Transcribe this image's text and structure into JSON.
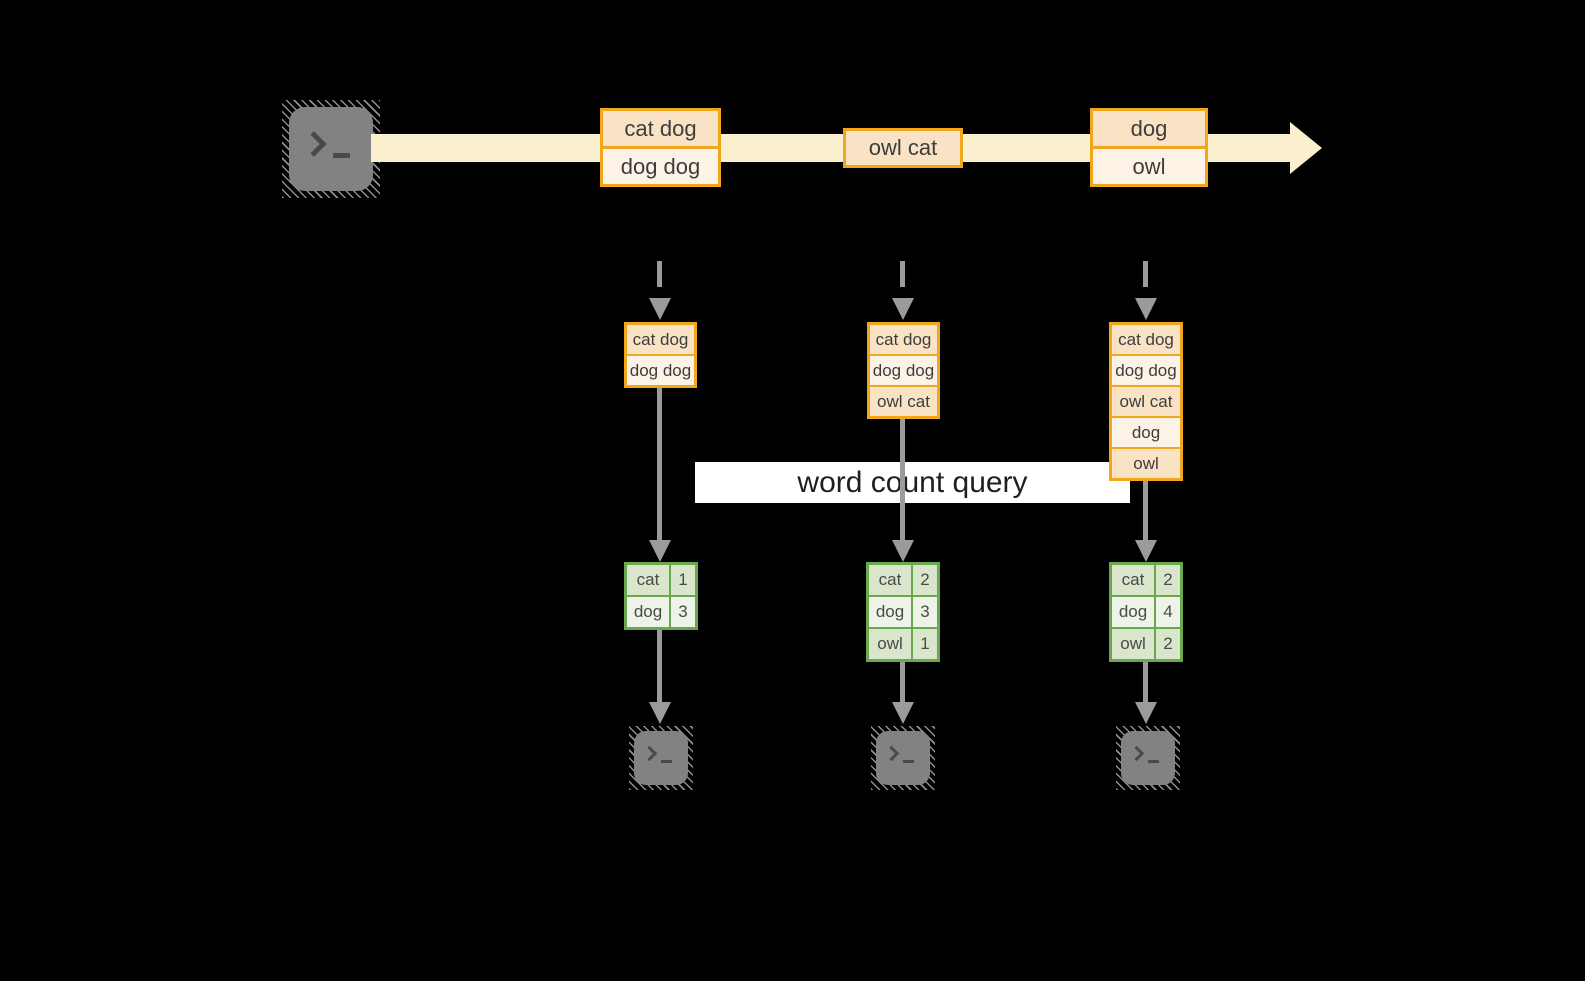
{
  "query": {
    "label": "word count query"
  },
  "stream_batches": [
    {
      "rows": [
        "cat dog",
        "dog dog"
      ]
    },
    {
      "rows": [
        "owl cat"
      ]
    },
    {
      "rows": [
        "dog",
        "owl"
      ]
    }
  ],
  "micro_batches": [
    {
      "rows": [
        "cat dog",
        "dog dog"
      ]
    },
    {
      "rows": [
        "cat dog",
        "dog dog",
        "owl cat"
      ]
    },
    {
      "rows": [
        "cat dog",
        "dog dog",
        "owl cat",
        "dog",
        "owl"
      ]
    }
  ],
  "count_tables": [
    {
      "rows": [
        {
          "word": "cat",
          "count": "1"
        },
        {
          "word": "dog",
          "count": "3"
        }
      ]
    },
    {
      "rows": [
        {
          "word": "cat",
          "count": "2"
        },
        {
          "word": "dog",
          "count": "3"
        },
        {
          "word": "owl",
          "count": "1"
        }
      ]
    },
    {
      "rows": [
        {
          "word": "cat",
          "count": "2"
        },
        {
          "word": "dog",
          "count": "4"
        },
        {
          "word": "owl",
          "count": "2"
        }
      ]
    }
  ],
  "colors": {
    "stream_band": "#faf0cd",
    "record_border": "#f0a71c",
    "record_fill_dark": "#fae3c5",
    "record_fill_light": "#fdf2e6",
    "table_border": "#6aa84f",
    "table_fill_dark": "#d9e6cb",
    "table_fill_light": "#edf3e7",
    "arrow_gray": "#9b9b9b",
    "terminal_gray": "#828282",
    "query_label_bg": "#ffffff"
  }
}
